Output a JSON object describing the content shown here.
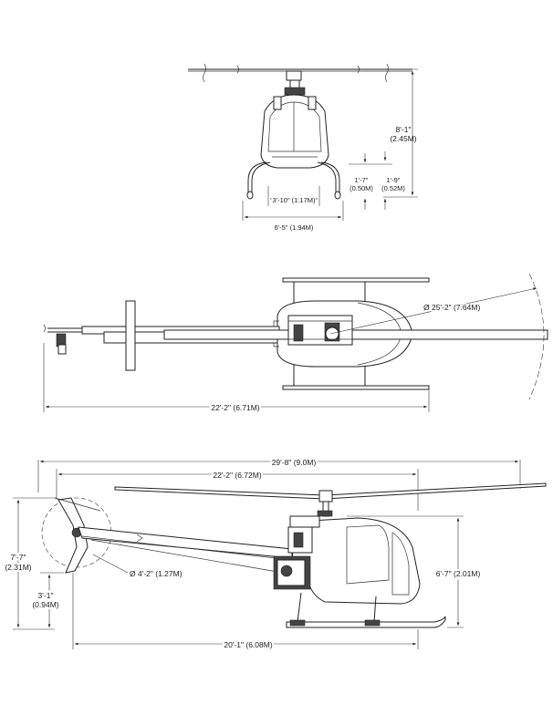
{
  "front_view": {
    "height": "8'-1\"",
    "height_metric": "(2.45M)",
    "skid_height_left": "1'-7\"",
    "skid_height_left_metric": "(0.50M)",
    "skid_height_right": "1'-9\"",
    "skid_height_right_metric": "(0.52M)",
    "cabin_width": "3'-10\" (1.17M)",
    "skid_width": "6'-5\" (1.94M)"
  },
  "top_view": {
    "rotor_diameter": "Ø 25'-2\" (7.64M)",
    "fuselage_length": "22'-2\" (6.71M)"
  },
  "side_view": {
    "overall_length": "29'-8\" (9.0M)",
    "fuselage_length": "22'-2\" (6.72M)",
    "tail_rotor_diameter": "Ø 4'-2\" (1.27M)",
    "tail_height": "7'-7\"",
    "tail_height_metric": "(2.31M)",
    "tail_rotor_clearance": "3'-1\"",
    "tail_rotor_clearance_metric": "(0.94M)",
    "overall_height": "6'-7\" (2.01M)",
    "skid_length": "20'-1\" (6.08M)"
  }
}
